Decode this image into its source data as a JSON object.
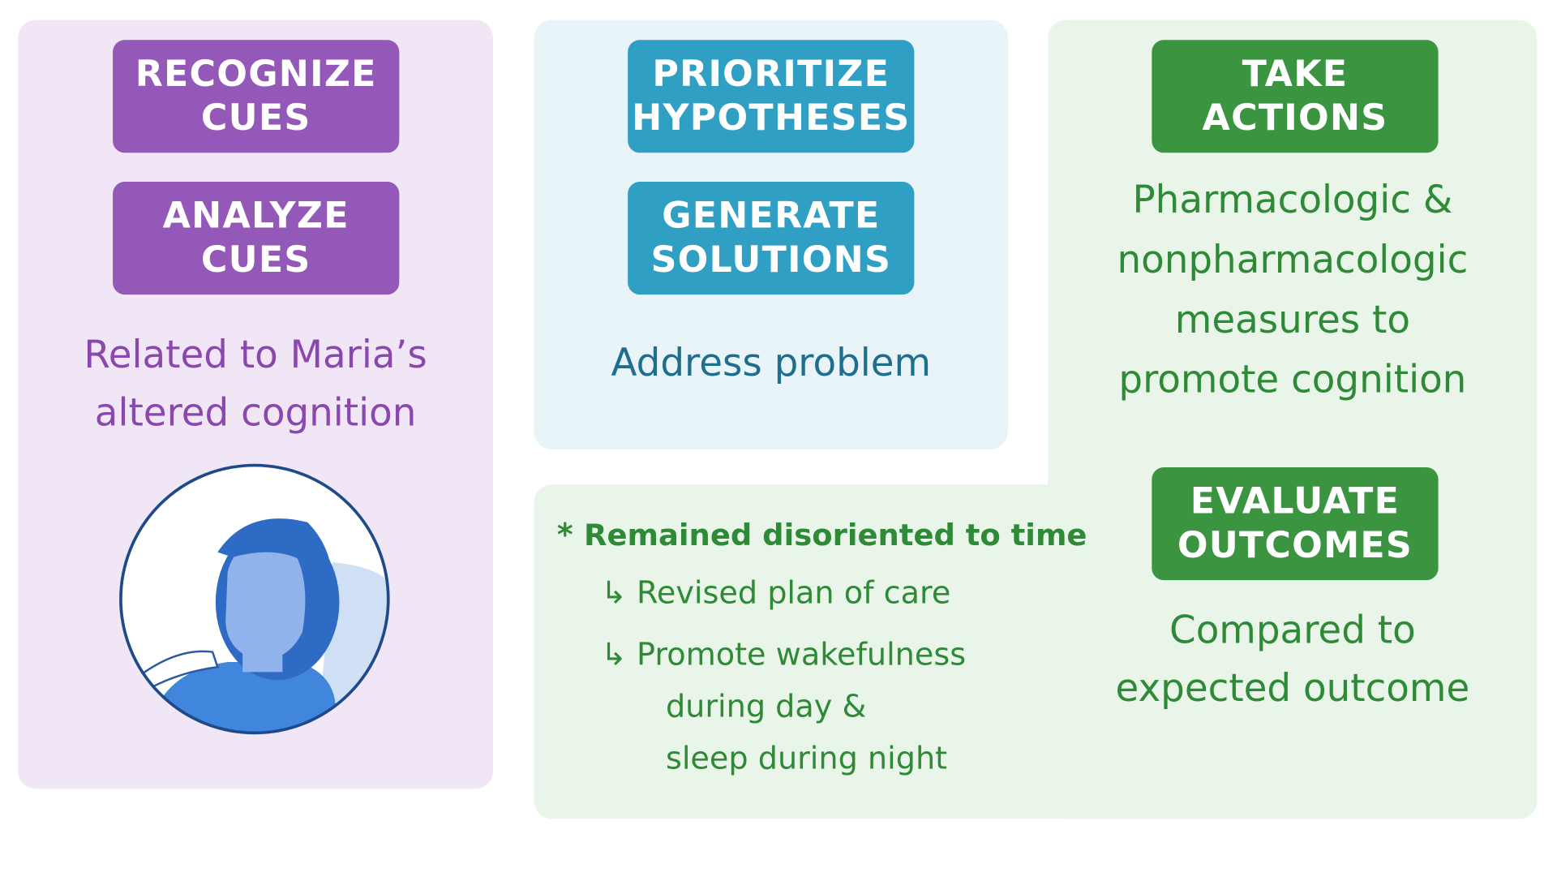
{
  "colors": {
    "purple": "#9358b8",
    "blue": "#2f9fc4",
    "green": "#3a9440",
    "purple_bg": "#f0e6f6",
    "blue_bg": "#e8f4f8",
    "green_bg": "#eaf5ea"
  },
  "recognize": {
    "line1": "RECOGNIZE",
    "line2": "CUES"
  },
  "analyze": {
    "line1": "ANALYZE",
    "line2": "CUES"
  },
  "analyze_text": {
    "line1": "Related to Maria’s",
    "line2": "altered cognition"
  },
  "prioritize": {
    "line1": "PRIORITIZE",
    "line2": "HYPOTHESES"
  },
  "generate": {
    "line1": "GENERATE",
    "line2": "SOLUTIONS"
  },
  "generate_text": "Address problem",
  "take_actions": {
    "line1": "TAKE",
    "line2": "ACTIONS"
  },
  "actions_text": {
    "line1": "Pharmacologic &",
    "line2": "nonpharmacologic",
    "line3": "measures to",
    "line4": "promote cognition"
  },
  "evaluate": {
    "line1": "EVALUATE",
    "line2": "OUTCOMES"
  },
  "evaluate_text": {
    "line1": "Compared to",
    "line2": "expected outcome"
  },
  "notes": {
    "bullet": "*",
    "main": "Remained disoriented to time",
    "arrow": "↳",
    "sub1": "Revised plan of care",
    "sub2_line1": "Promote wakefulness",
    "sub2_line2": "during day &",
    "sub2_line3": "sleep during night"
  },
  "illustration": "patient-maria-icon"
}
